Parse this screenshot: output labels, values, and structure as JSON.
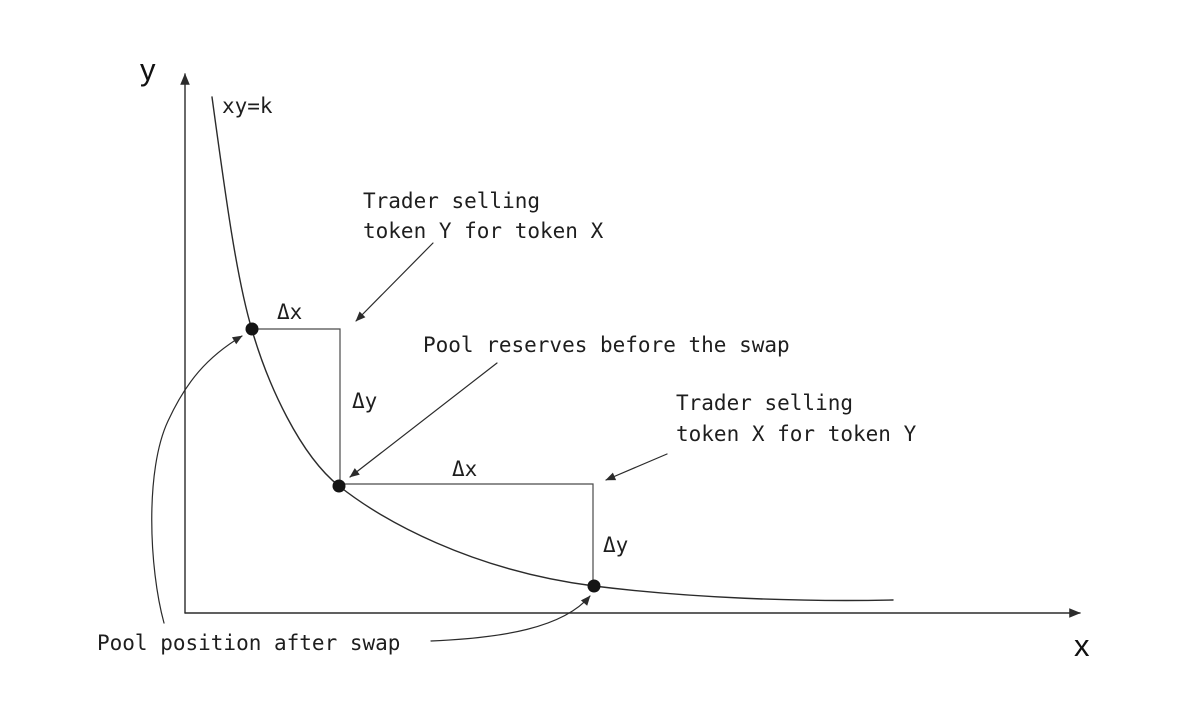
{
  "figure": {
    "background_color": "#ffffff",
    "ink_color": "#2b2b2b",
    "curve_label": "xy=k",
    "axes": {
      "x_label": "x",
      "y_label": "y"
    },
    "deltas": {
      "dx": "Δx",
      "dy": "Δy"
    },
    "annotations": {
      "trader_selling_y_line1": "Trader selling",
      "trader_selling_y_line2": "token Y for token X",
      "pool_reserves_before": "Pool reserves before the swap",
      "trader_selling_x_line1": "Trader selling",
      "trader_selling_x_line2": "token X for token Y",
      "pool_position_after": "Pool position after swap"
    }
  }
}
